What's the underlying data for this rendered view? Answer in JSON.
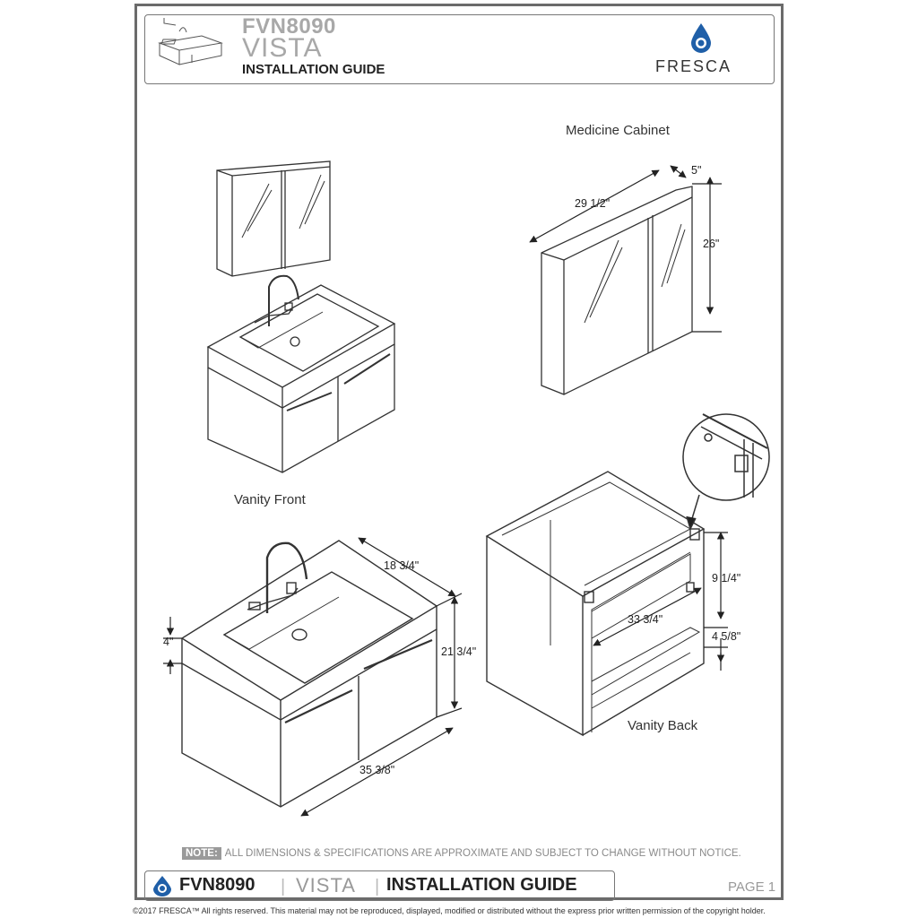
{
  "header": {
    "model": "FVN8090",
    "series": "VISTA",
    "guide_title": "INSTALLATION GUIDE",
    "brand": "FRESCA"
  },
  "views": {
    "medicine_cabinet": "Medicine Cabinet",
    "vanity_front": "Vanity Front",
    "vanity_back": "Vanity Back"
  },
  "dimensions": {
    "cabinet_width": "29 1/2\"",
    "cabinet_depth": "5\"",
    "cabinet_height": "26\"",
    "vanity_depth": "18 3/4\"",
    "vanity_height": "21 3/4\"",
    "vanity_width": "35 3/8\"",
    "top_thickness": "4\"",
    "back_upper": "9 1/4\"",
    "back_lower": "4 5/8\"",
    "back_width": "33 3/4\""
  },
  "note": {
    "label": "NOTE:",
    "text": "ALL DIMENSIONS & SPECIFICATIONS ARE APPROXIMATE AND SUBJECT TO CHANGE WITHOUT NOTICE."
  },
  "footer": {
    "model": "FVN8090",
    "separator": "|",
    "series": "VISTA",
    "guide_title": "INSTALLATION GUIDE",
    "page": "PAGE 1",
    "copyright": "©2017 FRESCA™ All rights reserved. This material may not be reproduced, displayed, modified or distributed without the express prior written permission of the copyright holder."
  },
  "icons": {
    "brand_logo": "fresca-drop-logo",
    "product_thumbnail": "vanity-thumbnail-icon",
    "detail_callout": "bracket-detail-magnifier"
  },
  "colors": {
    "brand_blue": "#1f5fa8",
    "frame_gray": "#6b6b6b",
    "heading_gray": "#a8a8a8"
  }
}
